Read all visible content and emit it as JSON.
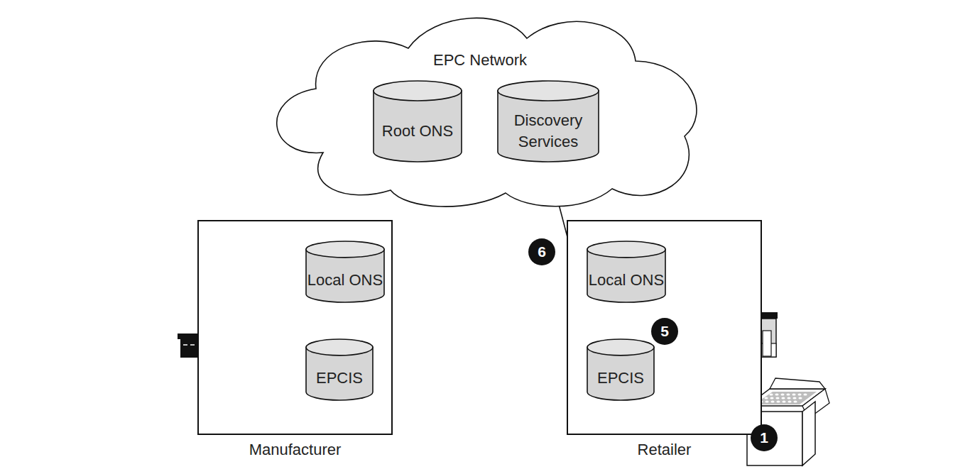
{
  "diagram": {
    "nodes": [
      {
        "text": [
          "EPC Network"
        ]
      },
      {
        "text": [
          "Root ONS"
        ],
        "in": 0
      },
      {
        "text": [
          "Discovery Services"
        ],
        "in": 0
      },
      {
        "text": [
          "Manufacturer"
        ]
      },
      {
        "text": [
          "Local ONS"
        ],
        "in": 3
      },
      {
        "text": [
          "EPCIS"
        ],
        "in": 3
      },
      {
        "text": [
          "Retailer"
        ]
      },
      {
        "text": [
          "Local ONS"
        ],
        "in": 6
      },
      {
        "text": [
          "EPCIS"
        ],
        "in": 6
      }
    ],
    "edges": [
      {
        "from": 8,
        "to": 2,
        "arrow": "to"
      }
    ],
    "labels": [
      "6",
      "5",
      "1"
    ]
  }
}
